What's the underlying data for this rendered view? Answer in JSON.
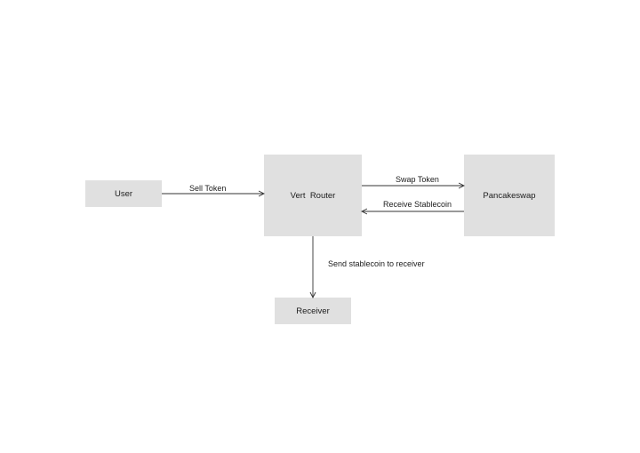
{
  "nodes": {
    "user": "User",
    "router": "Vert  Router",
    "pancakeswap": "Pancakeswap",
    "receiver": "Receiver"
  },
  "edges": {
    "sell_token": "Sell Token",
    "swap_token": "Swap Token",
    "receive_stablecoin": "Receive Stablecoin",
    "send_stablecoin": "Send stablecoin to receiver"
  },
  "colors": {
    "node_fill": "#e0e0e0",
    "edge_stroke": "#333333"
  }
}
